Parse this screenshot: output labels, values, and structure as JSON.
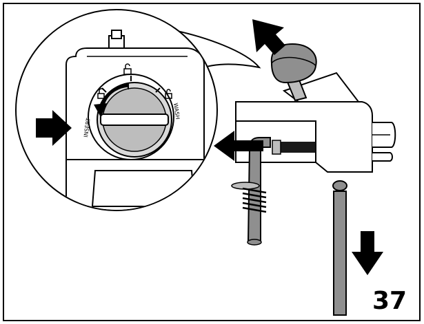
{
  "figure": {
    "step_number": "37",
    "dial_labels": {
      "insert": "INSERT",
      "wash": "WASH"
    },
    "colors": {
      "outline": "#000000",
      "gray_fill": "#8f8f8f",
      "light_gray_fill": "#d9d9d9",
      "background": "#ffffff"
    },
    "icons": {
      "push_arrow": "arrow-right-icon",
      "rotate_arrow": "rotate-ccw-icon",
      "pull_up_arrow": "arrow-up-left-icon",
      "slide_left_arrow": "arrow-left-icon",
      "drop_down_arrow": "arrow-down-icon"
    }
  }
}
